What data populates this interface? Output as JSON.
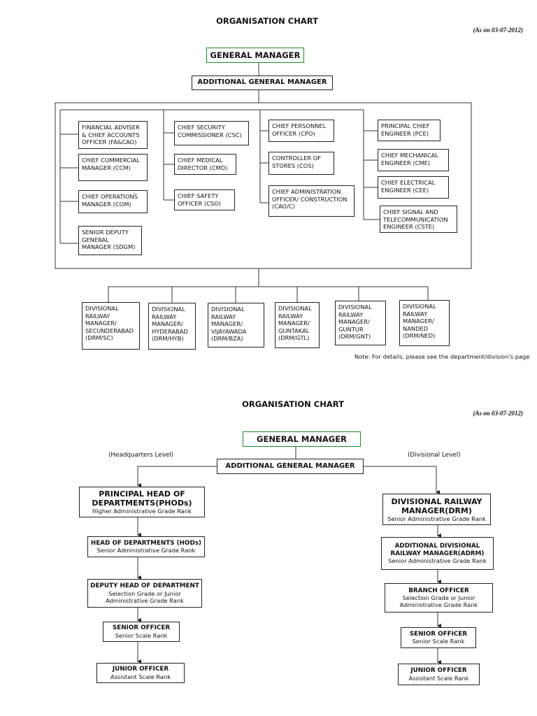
{
  "chart1": {
    "title": "ORGANISATION CHART",
    "as_on": "(As on 03-07-2012)",
    "general_manager": "GENERAL MANAGER",
    "additional_gm": "ADDITIONAL GENERAL MANAGER",
    "departments": [
      "FINANCIAL ADVISER\n& CHIEF ACCOUNTS\n OFFICER (FA&CAO)",
      "CHIEF COMMERCIAL\nMANAGER (CCM)",
      "CHIEF OPERATIONS\n MANAGER (COM)",
      "SENIOR DEPUTY\nGENERAL\n MANAGER (SDGM)",
      "CHIEF SECURITY\nCOMMISSIONER (CSC)",
      "CHIEF MEDICAL\nDIRECTOR (CMD)",
      "CHIEF SAFETY\nOFFICER (CSO)",
      "CHIEF PERSONNEL\nOFFICER (CPO)",
      "CONTROLLER OF\nSTORES (COS)",
      "CHIEF ADMINISTRATION\nOFFICER/ CONSTRUCTION\n(CAO/C)",
      "PRINCIPAL CHIEF\nENGINEER (PCE)",
      " CHIEF MECHANICAL\nENGINEER (CME)",
      " CHIEF ELECTRICAL\nENGINEER (CEE)",
      " CHIEF SIGNAL AND\nTELECOMMUNICATION\nENGINEER (CSTE)"
    ],
    "divisions": [
      "DIVISIONAL\nRAILWAY\n MANAGER/\nSECUNDERABAD\n (DRM/SC)",
      "DIVISIONAL\nRAILWAY\n MANAGER/\nHYDERABAD\n(DRM/HYB)",
      "DIVISIONAL\nRAILWAY\n MANAGER/\nVIJAYAWADA\n (DRM/BZA)",
      "DIVISIONAL\nRAILWAY\n MANAGER/\nGUNTAKAL\n(DRM/GTL)",
      "DIVISIONAL\nRAILWAY\n MANAGER/\nGUNTUR\n (DRM/GNT)",
      "DIVISIONAL\nRAILWAY\n MANAGER/\nNANDED\n (DRM/NED)"
    ],
    "note": "Note: For details, please see the department/division's page"
  },
  "chart2": {
    "title": "ORGANISATION CHART",
    "as_on": "(As on 03-07-2012)",
    "general_manager": "GENERAL MANAGER",
    "additional_gm": "ADDITIONAL GENERAL MANAGER",
    "hq_label": "(Headquarters Level)",
    "div_label": "(Divisional Level)",
    "hq_levels": [
      {
        "title": "PRINCIPAL HEAD OF\nDEPARTMENTS(PHODs)",
        "rank": "Higher Administrative Grade Rank"
      },
      {
        "title": "HEAD OF DEPARTMENTS (HODs)",
        "rank": "Senior Administrative Grade Rank"
      },
      {
        "title": "DEPUTY HEAD OF DEPARTMENT",
        "rank": "Selection Grade or Junior\nAdministrative Grade Rank"
      },
      {
        "title": "SENIOR OFFICER",
        "rank": "Senior Scale Rank"
      },
      {
        "title": "JUNIOR OFFICER",
        "rank": "Assistant Scale Rank"
      }
    ],
    "div_levels": [
      {
        "title": "DIVISIONAL RAILWAY\nMANAGER(DRM)",
        "rank": "Senior Administrative Grade Rank"
      },
      {
        "title": "ADDITIONAL DIVISIONAL\nRAILWAY MANAGER(ADRM)",
        "rank": "Senior Administrative Grade Rank"
      },
      {
        "title": "BRANCH OFFICER",
        "rank": "Selection Grade or Junior\nAdministrative Grade Rank"
      },
      {
        "title": "SENIOR OFFICER",
        "rank": "Senior Scale Rank"
      },
      {
        "title": "JUNIOR OFFICER",
        "rank": "Assistant Scale Rank"
      }
    ]
  },
  "colors": {
    "gm_border": "#1b8a2b",
    "line": "#222222"
  }
}
